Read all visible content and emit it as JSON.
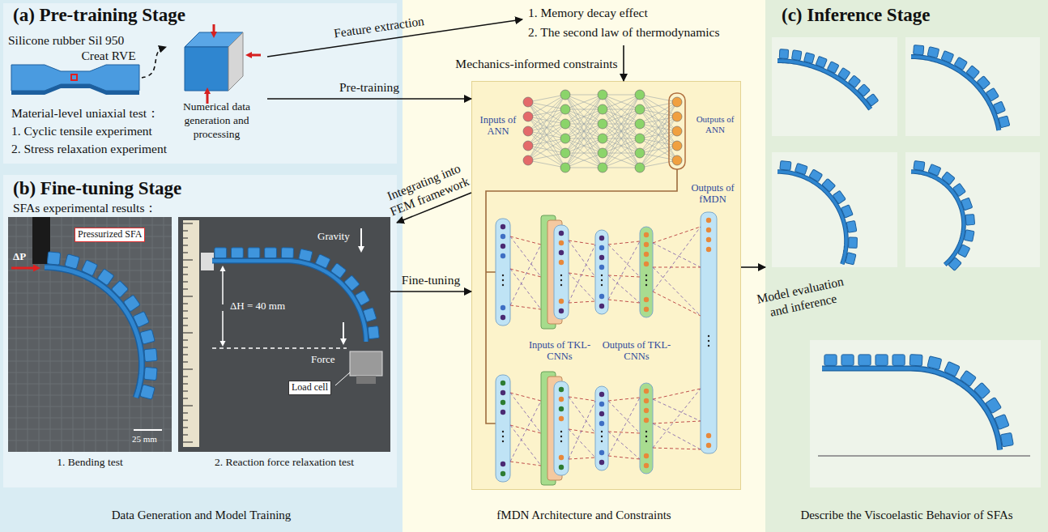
{
  "diagram": {
    "nodes": [
      {
        "text": [
          "Data Generation and Model Training"
        ]
      },
      {
        "text": [
          "(a) Pre-training Stage"
        ],
        "in": 0
      },
      {
        "text": [
          "Silicone rubber Sil 950"
        ],
        "in": 1
      },
      {
        "text": [
          "Numerical data generation and processing"
        ],
        "in": 1
      },
      {
        "text": [
          "(b) Fine-tuning Stage"
        ],
        "in": 0
      },
      {
        "text": [
          "1. Bending test"
        ],
        "in": 4
      },
      {
        "text": [
          "2. Reaction force relaxation test"
        ],
        "in": 4
      },
      {
        "text": [
          "fMDN Architecture and Constraints"
        ]
      },
      {
        "text": [
          "1. Memory decay effect",
          "2. The second law of thermodynamics"
        ],
        "in": 7
      },
      {
        "text": [
          "Inputs of ANN",
          "Outputs of ANN",
          "Outputs of fMDN",
          "Inputs of TKL-CNNs",
          "Outputs of TKL-CNNs"
        ],
        "in": 7
      },
      {
        "text": [
          "(c) Inference Stage",
          "Describe the Viscoelastic Behavior of SFAs"
        ]
      }
    ],
    "edges": [
      {
        "from": 2,
        "to": 3,
        "label": "Creat RVE",
        "arrow": "to"
      },
      {
        "from": 3,
        "to": 8,
        "label": "Feature extraction",
        "arrow": "to"
      },
      {
        "from": 3,
        "to": 9,
        "label": "Pre-training",
        "arrow": "to"
      },
      {
        "from": 8,
        "to": 9,
        "label": "Mechanics-informed constraints",
        "arrow": "to"
      },
      {
        "from": 9,
        "to": 4,
        "label": "Integrating into FEM framework",
        "arrow": "to"
      },
      {
        "from": 6,
        "to": 9,
        "label": "Fine-tuning",
        "arrow": "to"
      },
      {
        "from": 9,
        "to": 10,
        "label": "Model evaluation and inference",
        "arrow": "to"
      }
    ],
    "labels": [
      "Material-level uniaxial test：",
      "1. Cyclic tensile experiment",
      "2. Stress relaxation experiment",
      "SFAs experimental results：",
      "Pressurized SFA",
      "ΔP",
      "25 mm",
      "Gravity",
      "ΔH = 40 mm",
      "Force",
      "Load cell"
    ]
  }
}
